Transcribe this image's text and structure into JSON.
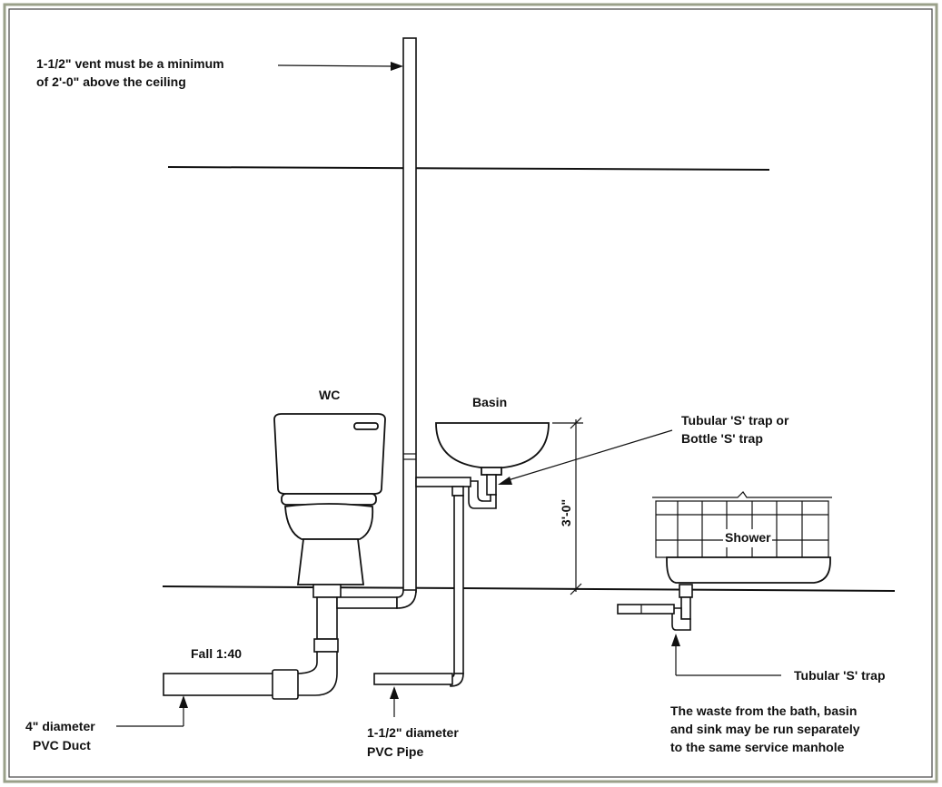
{
  "colors": {
    "line": "#111111",
    "background": "#ffffff",
    "frame": "#9aa08a"
  },
  "labels": {
    "vent_line1": "1-1/2\" vent must be a minimum",
    "vent_line2": "of 2'-0\" above the ceiling",
    "wc": "WC",
    "basin": "Basin",
    "s_trap_line1": "Tubular 'S' trap or",
    "s_trap_line2": "Bottle 'S' trap",
    "dimension": "3'-0\"",
    "shower": "Shower",
    "fall": "Fall 1:40",
    "duct_line1": "4\" diameter",
    "duct_line2": "PVC Duct",
    "pipe_line1": "1-1/2\" diameter",
    "pipe_line2": "PVC Pipe",
    "tubular_trap": "Tubular 'S' trap",
    "note_line1": "The waste from the bath, basin",
    "note_line2": "and sink may be run separately",
    "note_line3": "to the same service manhole"
  }
}
